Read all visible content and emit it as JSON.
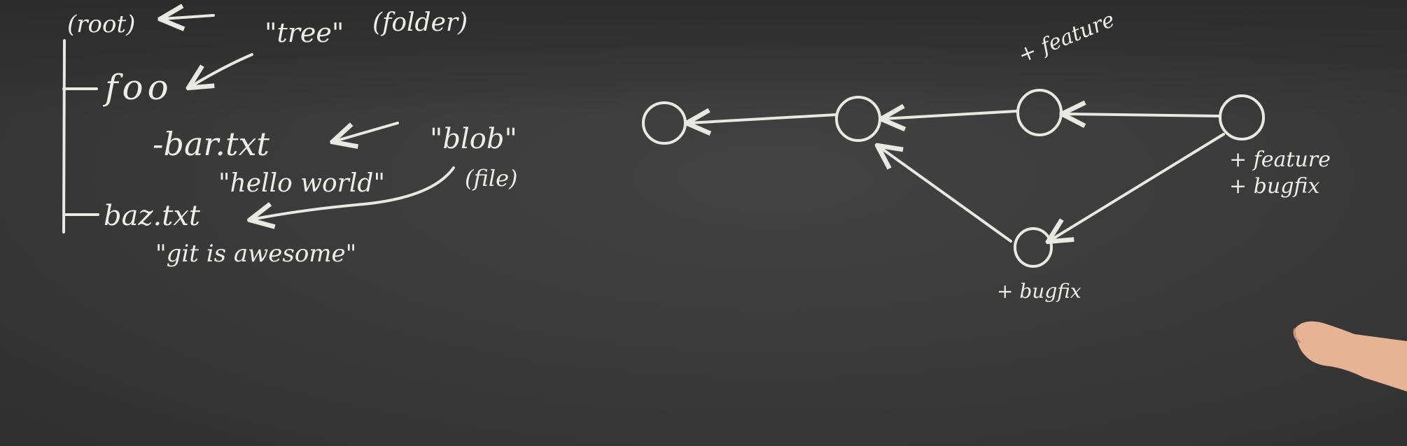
{
  "tree": {
    "root_label": "(root)",
    "tree_label": "\"tree\"",
    "folder_label": "(folder)",
    "foo_label": "foo",
    "bar_label": "-bar.txt",
    "bar_content": "\"hello world\"",
    "blob_label": "\"blob\"",
    "file_label": "(file)",
    "baz_label": "baz.txt",
    "baz_content": "\"git is awesome\""
  },
  "graph": {
    "feature_label": "+ feature",
    "bugfix_label": "+ bugfix",
    "merge_label_1": "+ feature",
    "merge_label_2": "+ bugfix"
  },
  "colors": {
    "board": "#3a3a3a",
    "chalk": "#e9e9e4",
    "skin": "#e8b89a"
  }
}
